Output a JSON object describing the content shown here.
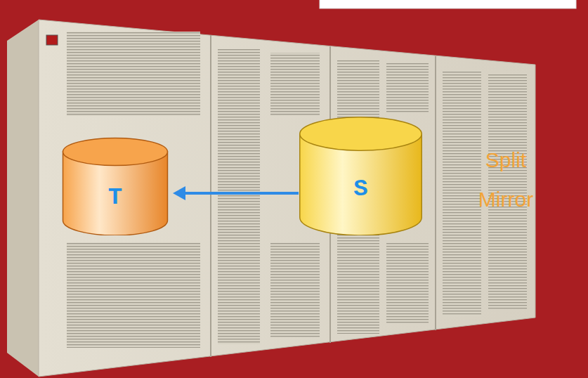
{
  "diagram": {
    "nodes": [
      {
        "text": [
          "T"
        ]
      },
      {
        "text": [
          "S"
        ]
      }
    ],
    "edges": [
      {
        "from": 1,
        "to": 0,
        "arrow": "to"
      }
    ],
    "labels": [
      "Split Mirror"
    ]
  }
}
